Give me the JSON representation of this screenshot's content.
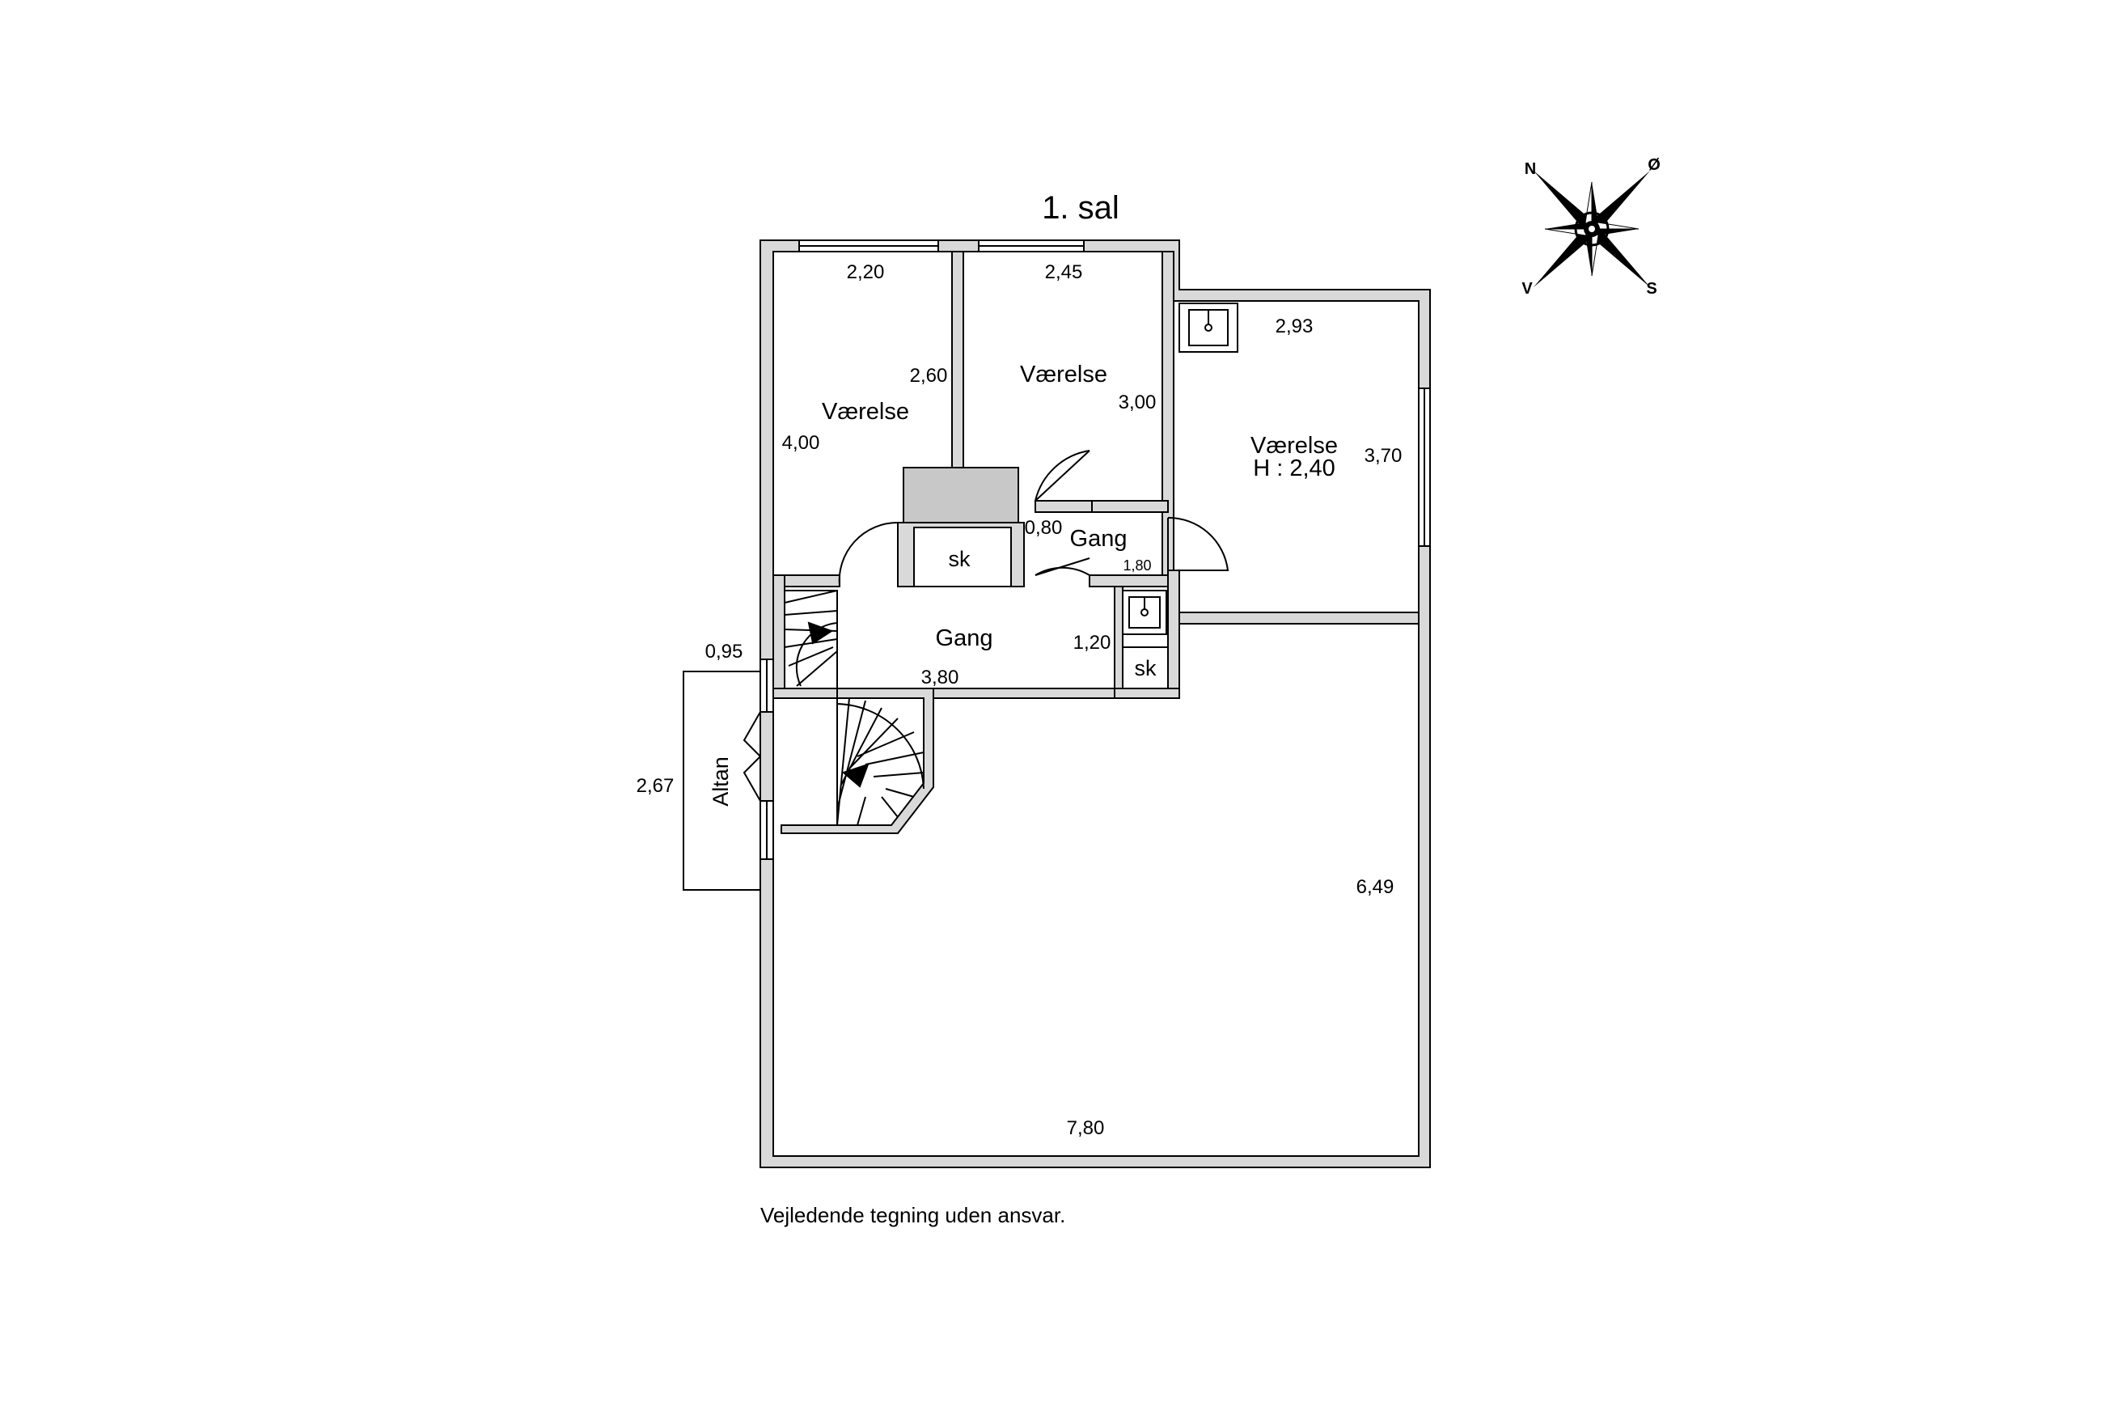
{
  "title": "1. sal",
  "disclaimer": "Vejledende tegning uden ansvar.",
  "compass": {
    "n": "N",
    "e": "Ø",
    "s": "S",
    "w": "V"
  },
  "rooms": {
    "bedroom_left": {
      "name": "Værelse",
      "width": "2,20",
      "length": "4,00",
      "side": "2,60"
    },
    "bedroom_middle": {
      "name": "Værelse",
      "width": "2,45",
      "length": "3,00"
    },
    "bedroom_right": {
      "name": "Værelse",
      "height": "H : 2,40",
      "width": "2,93",
      "length": "3,70"
    },
    "hall_upper": {
      "name": "Gang",
      "width": "0,80",
      "length": "1,80"
    },
    "hall_main": {
      "name": "Gang",
      "width": "3,80",
      "length": "1,20"
    },
    "closet_1": {
      "name": "sk"
    },
    "closet_2": {
      "name": "sk"
    },
    "balcony": {
      "name": "Altan",
      "width": "0,95",
      "length": "2,67"
    },
    "attic": {
      "width": "7,80",
      "length": "6,49"
    }
  },
  "colors": {
    "wall_fill": "#d9d9d9",
    "line": "#000000",
    "chimney": "#c8c8c8"
  }
}
